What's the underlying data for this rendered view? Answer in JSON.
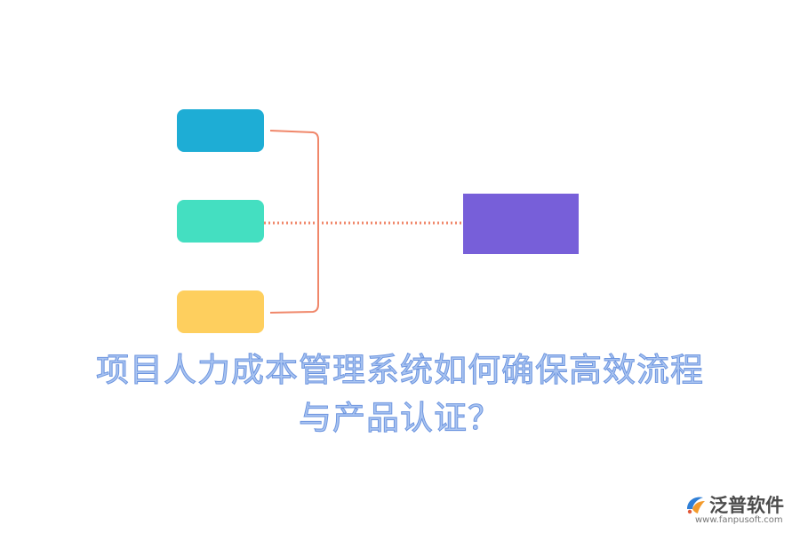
{
  "diagram": {
    "title_line1": "项目人力成本管理系统如何确保高效流程",
    "title_line2": "与产品认证？",
    "nodes": [
      {
        "id": "node-1",
        "label": "",
        "color": "#1eadd5"
      },
      {
        "id": "node-2",
        "label": "",
        "color": "#44dfc1"
      },
      {
        "id": "node-3",
        "label": "",
        "color": "#fecf5e"
      }
    ],
    "target": {
      "label": "",
      "color": "#775fd9"
    },
    "connector_color": "#f0876a"
  },
  "brand": {
    "name": "泛普软件",
    "url": "www.fanpusoft.com",
    "mark_icon": "fanpu-logo-icon"
  }
}
